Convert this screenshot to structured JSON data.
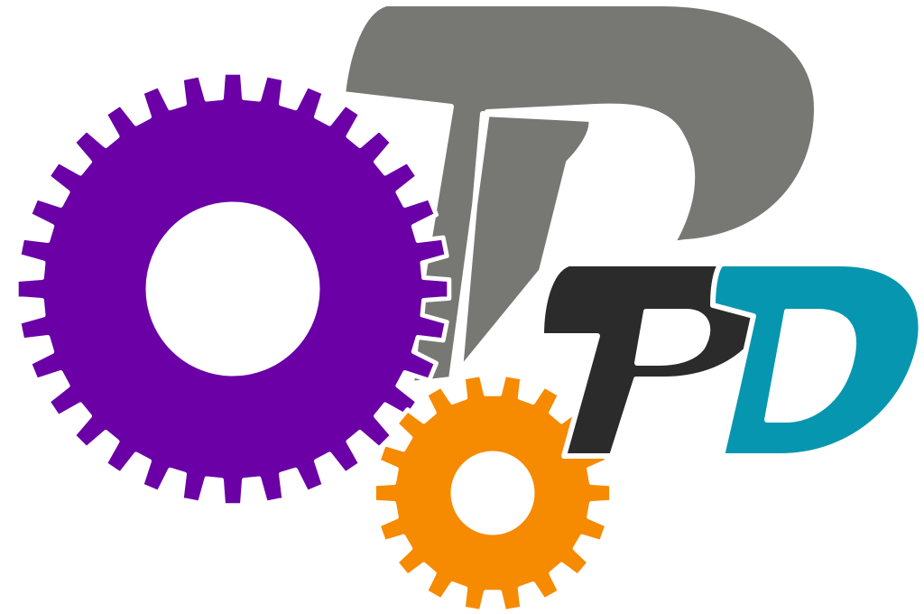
{
  "logo": {
    "letters": [
      "P",
      "P",
      "D"
    ],
    "colors": {
      "gear_large": "#6a00a6",
      "gear_small": "#f68a00",
      "letter_big": "#777874",
      "letter_mid": "#2b2b2b",
      "letter_right": "#0796af",
      "background": "#ffffff"
    },
    "icons": [
      "large-gear-icon",
      "small-gear-icon"
    ]
  }
}
